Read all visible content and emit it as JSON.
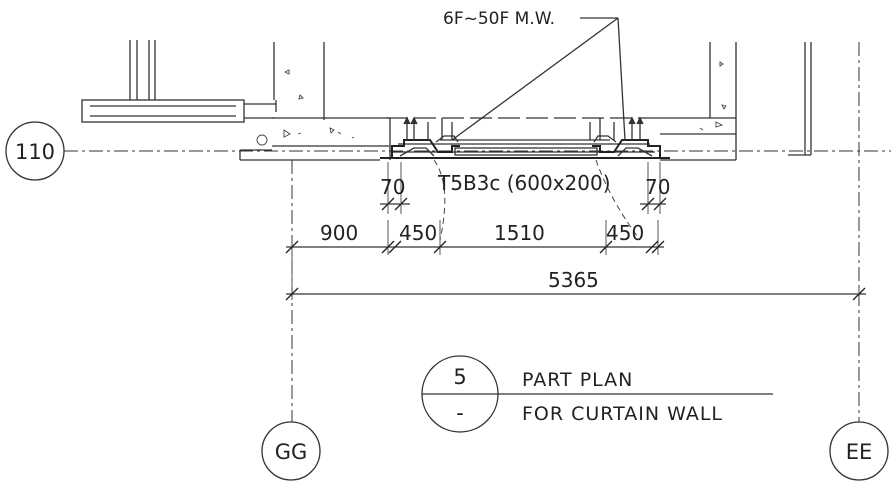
{
  "callout": {
    "text": "6F~50F  M.W."
  },
  "grid": {
    "row_110": "110",
    "col_gg": "GG",
    "col_ee": "EE"
  },
  "panel_label": "T5B3c (600x200)",
  "dimensions": {
    "left_70": "70",
    "right_70": "70",
    "d900": "900",
    "d450_left": "450",
    "d1510": "1510",
    "d450_right": "450",
    "total": "5365"
  },
  "title_block": {
    "number": "5",
    "sheet": "-",
    "line1": "PART  PLAN",
    "line2": "FOR  CURTAIN  WALL"
  }
}
